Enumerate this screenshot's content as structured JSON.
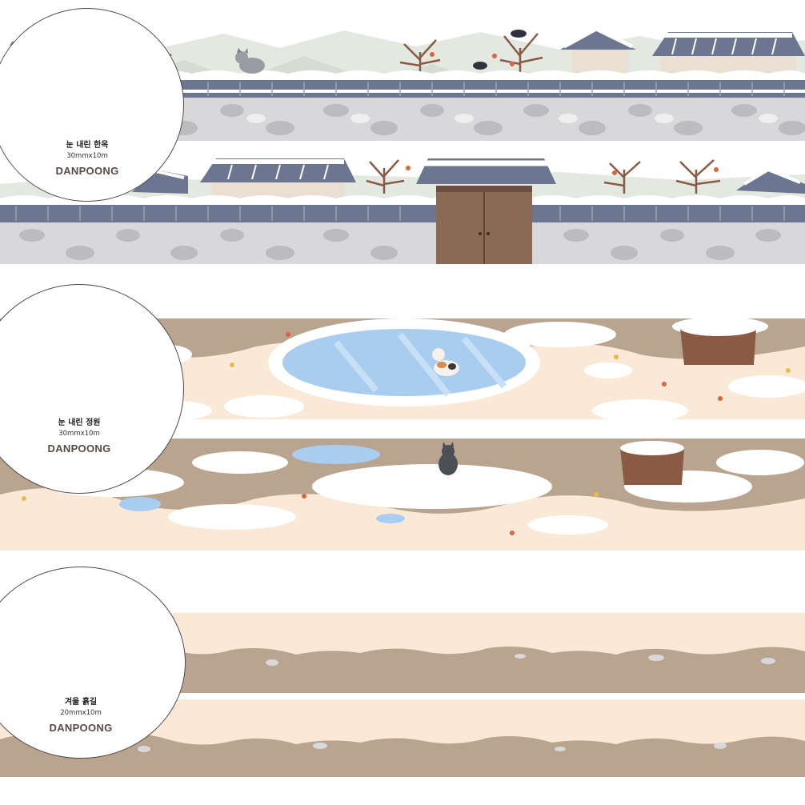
{
  "products": [
    {
      "title": "눈 내린 한옥",
      "size": "30mmx10m",
      "brand": "DANPOONG"
    },
    {
      "title": "눈 내린 정원",
      "size": "30mmx10m",
      "brand": "DANPOONG"
    },
    {
      "title": "겨울 흙길",
      "size": "20mmx10m",
      "brand": "DANPOONG"
    }
  ],
  "colors": {
    "roof": "#6d7690",
    "snow": "#ffffff",
    "stone_wall": "#d6d6d8",
    "door": "#8a6a55",
    "dirt": "#b9a48f",
    "pond": "#a9cdee",
    "sand": "#fbe9d8",
    "mountain": "#dfe6df"
  }
}
